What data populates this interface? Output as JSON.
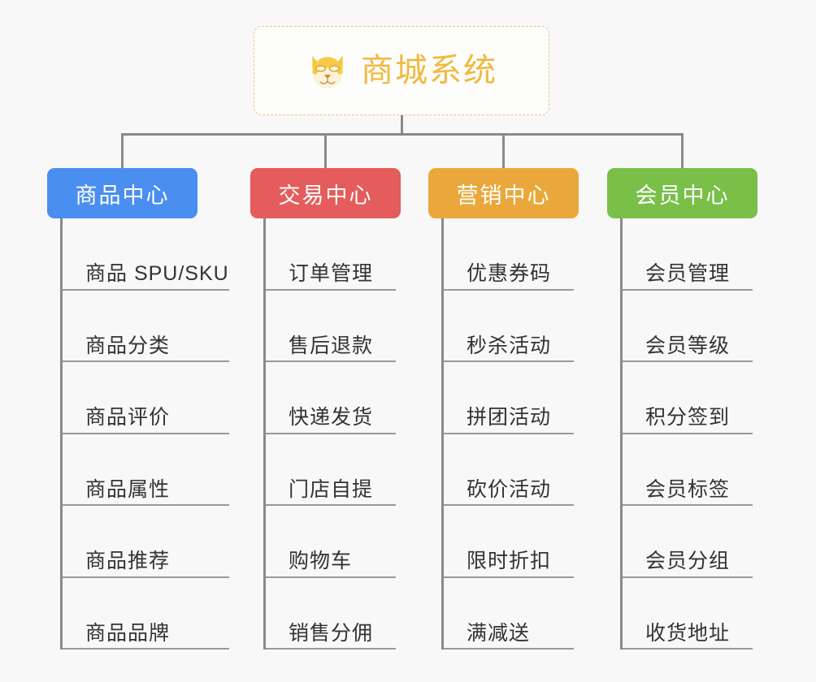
{
  "background_color": "#f8f8f8",
  "root": {
    "icon": "shiba-dog-face-icon",
    "label": "商城系统",
    "text_color": "#f0b93f",
    "border_color": "#f0c675"
  },
  "connector_color": "#8a8a8a",
  "columns": [
    {
      "id": "product-center",
      "header": "商品中心",
      "color": "#4a8ef0",
      "items": [
        "商品 SPU/SKU",
        "商品分类",
        "商品评价",
        "商品属性",
        "商品推荐",
        "商品品牌"
      ]
    },
    {
      "id": "trade-center",
      "header": "交易中心",
      "color": "#e45c5c",
      "items": [
        "订单管理",
        "售后退款",
        "快递发货",
        "门店自提",
        "购物车",
        "销售分佣"
      ]
    },
    {
      "id": "marketing-center",
      "header": "营销中心",
      "color": "#eaa83c",
      "items": [
        "优惠券码",
        "秒杀活动",
        "拼团活动",
        "砍价活动",
        "限时折扣",
        "满减送"
      ]
    },
    {
      "id": "member-center",
      "header": "会员中心",
      "color": "#79bf48",
      "items": [
        "会员管理",
        "会员等级",
        "积分签到",
        "会员标签",
        "会员分组",
        "收货地址"
      ]
    }
  ]
}
